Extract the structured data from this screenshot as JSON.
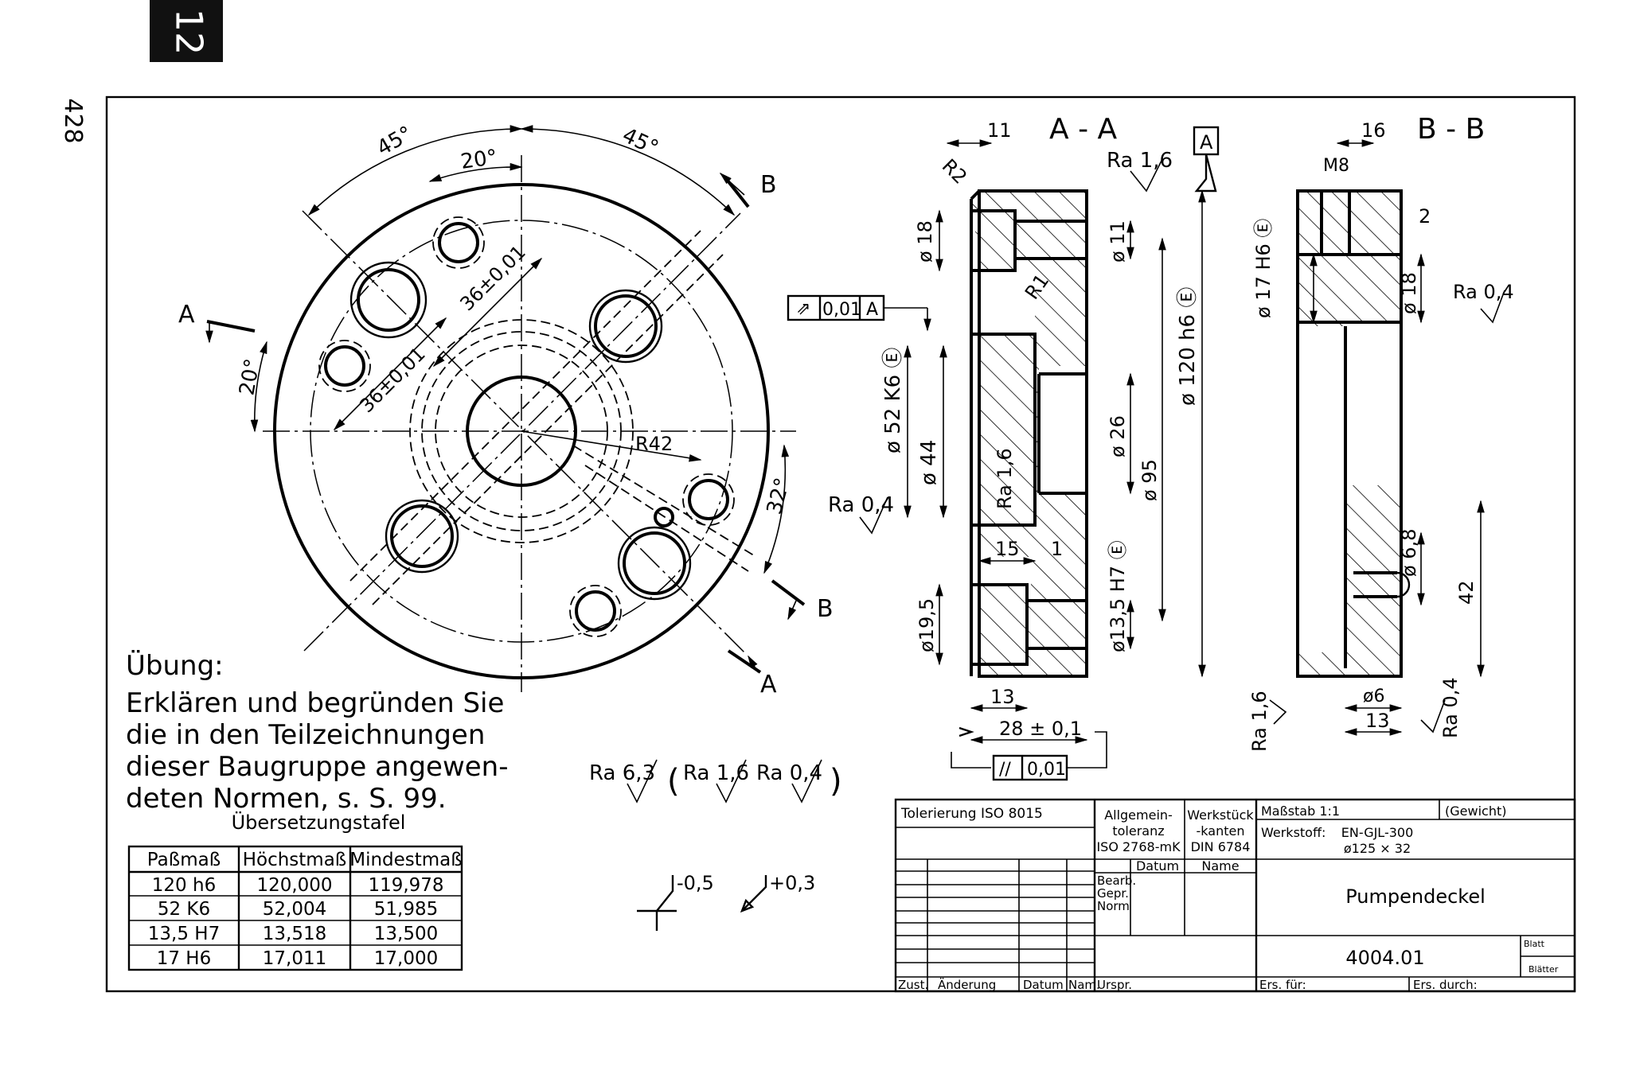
{
  "page": {
    "chapter_tab": "12",
    "page_number": "428"
  },
  "front_view": {
    "angle_45_left": "45°",
    "angle_45_right": "45°",
    "angle_20_top": "20°",
    "angle_20_left": "20°",
    "angle_32": "32°",
    "dim_36_a": "36±0,01",
    "dim_36_b": "36±0,01",
    "radius_42": "R42",
    "section_A_top": "A",
    "section_A_bottom": "A",
    "section_B_top": "B",
    "section_B_bottom": "B"
  },
  "section_aa": {
    "title": "A - A",
    "dim_11": "11",
    "r2": "R2",
    "r1": "R1",
    "ra_top": "Ra 1,6",
    "datum_A": "A",
    "runout_value": "0,01",
    "runout_datum": "A",
    "d18": "ø 18",
    "d11": "ø 11",
    "d52": "ø 52 K6 Ⓔ",
    "d44": "ø 44",
    "ra_inner": "Ra 1,6",
    "d26": "ø 26",
    "d95": "ø 95",
    "d120": "ø 120 h6 Ⓔ",
    "ra_left": "Ra 0,4",
    "dim_15": "15",
    "dim_1": "1",
    "d19_5": "ø19,5",
    "d13_5": "ø13,5 H7 Ⓔ",
    "dim_13": "13",
    "dim_28": "28 ± 0,1",
    "parallel_value": "0,01"
  },
  "section_bb": {
    "title": "B - B",
    "dim_16": "16",
    "m8": "M8",
    "dim_2": "2",
    "d17": "ø 17 H6 Ⓔ",
    "d18": "ø 18",
    "ra_right": "Ra 0,4",
    "d6_8": "ø 6,8",
    "dim_42": "42",
    "ra_left": "Ra 1,6",
    "d6": "ø6",
    "dim_13": "13",
    "ra_bottom": "Ra 0,4"
  },
  "exercise": {
    "heading": "Übung:",
    "line1": "Erklären und begründen Sie",
    "line2": "die in den Teilzeichnungen",
    "line3": "dieser Baugruppe angewen-",
    "line4": "deten Normen, s. S. 99."
  },
  "surface_general": {
    "main": "Ra 6,3",
    "alt1": "Ra 1,6",
    "alt2": "Ra 0,4"
  },
  "tolerance_symbols": {
    "minus": "-0,5",
    "plus": "+0,3"
  },
  "translation_table": {
    "title": "Übersetzungstafel",
    "headers": [
      "Paßmaß",
      "Höchstmaß",
      "Mindestmaß"
    ],
    "rows": [
      [
        "120  h6",
        "120,000",
        "119,978"
      ],
      [
        "52  K6",
        "52,004",
        "51,985"
      ],
      [
        "13,5 H7",
        "13,518",
        "13,500"
      ],
      [
        "17  H6",
        "17,011",
        "17,000"
      ]
    ]
  },
  "title_block": {
    "tolerancing": "Tolerierung  ISO 8015",
    "general_tol_1": "Allgemein-",
    "general_tol_2": "toleranz",
    "general_tol_3": "ISO 2768-mK",
    "edges_1": "Werkstück",
    "edges_2": "-kanten",
    "edges_3": "DIN 6784",
    "scale": "Maßstab 1:1",
    "weight": "(Gewicht)",
    "material_label": "Werkstoff:",
    "material_value": "EN-GJL-300",
    "blank": "ø125 × 32",
    "datum_header": "Datum",
    "name_header": "Name",
    "bearb": "Bearb.",
    "gepr": "Gepr.",
    "norm": "Norm",
    "part_name": "Pumpendeckel",
    "drawing_number": "4004.01",
    "blatt": "Blatt",
    "blaetter": "Blätter",
    "zust": "Zust.",
    "aenderung": "Änderung",
    "datum": "Datum",
    "nam": "Nam.",
    "urspr": "Urspr.",
    "ers_fuer": "Ers. für:",
    "ers_durch": "Ers. durch:"
  }
}
